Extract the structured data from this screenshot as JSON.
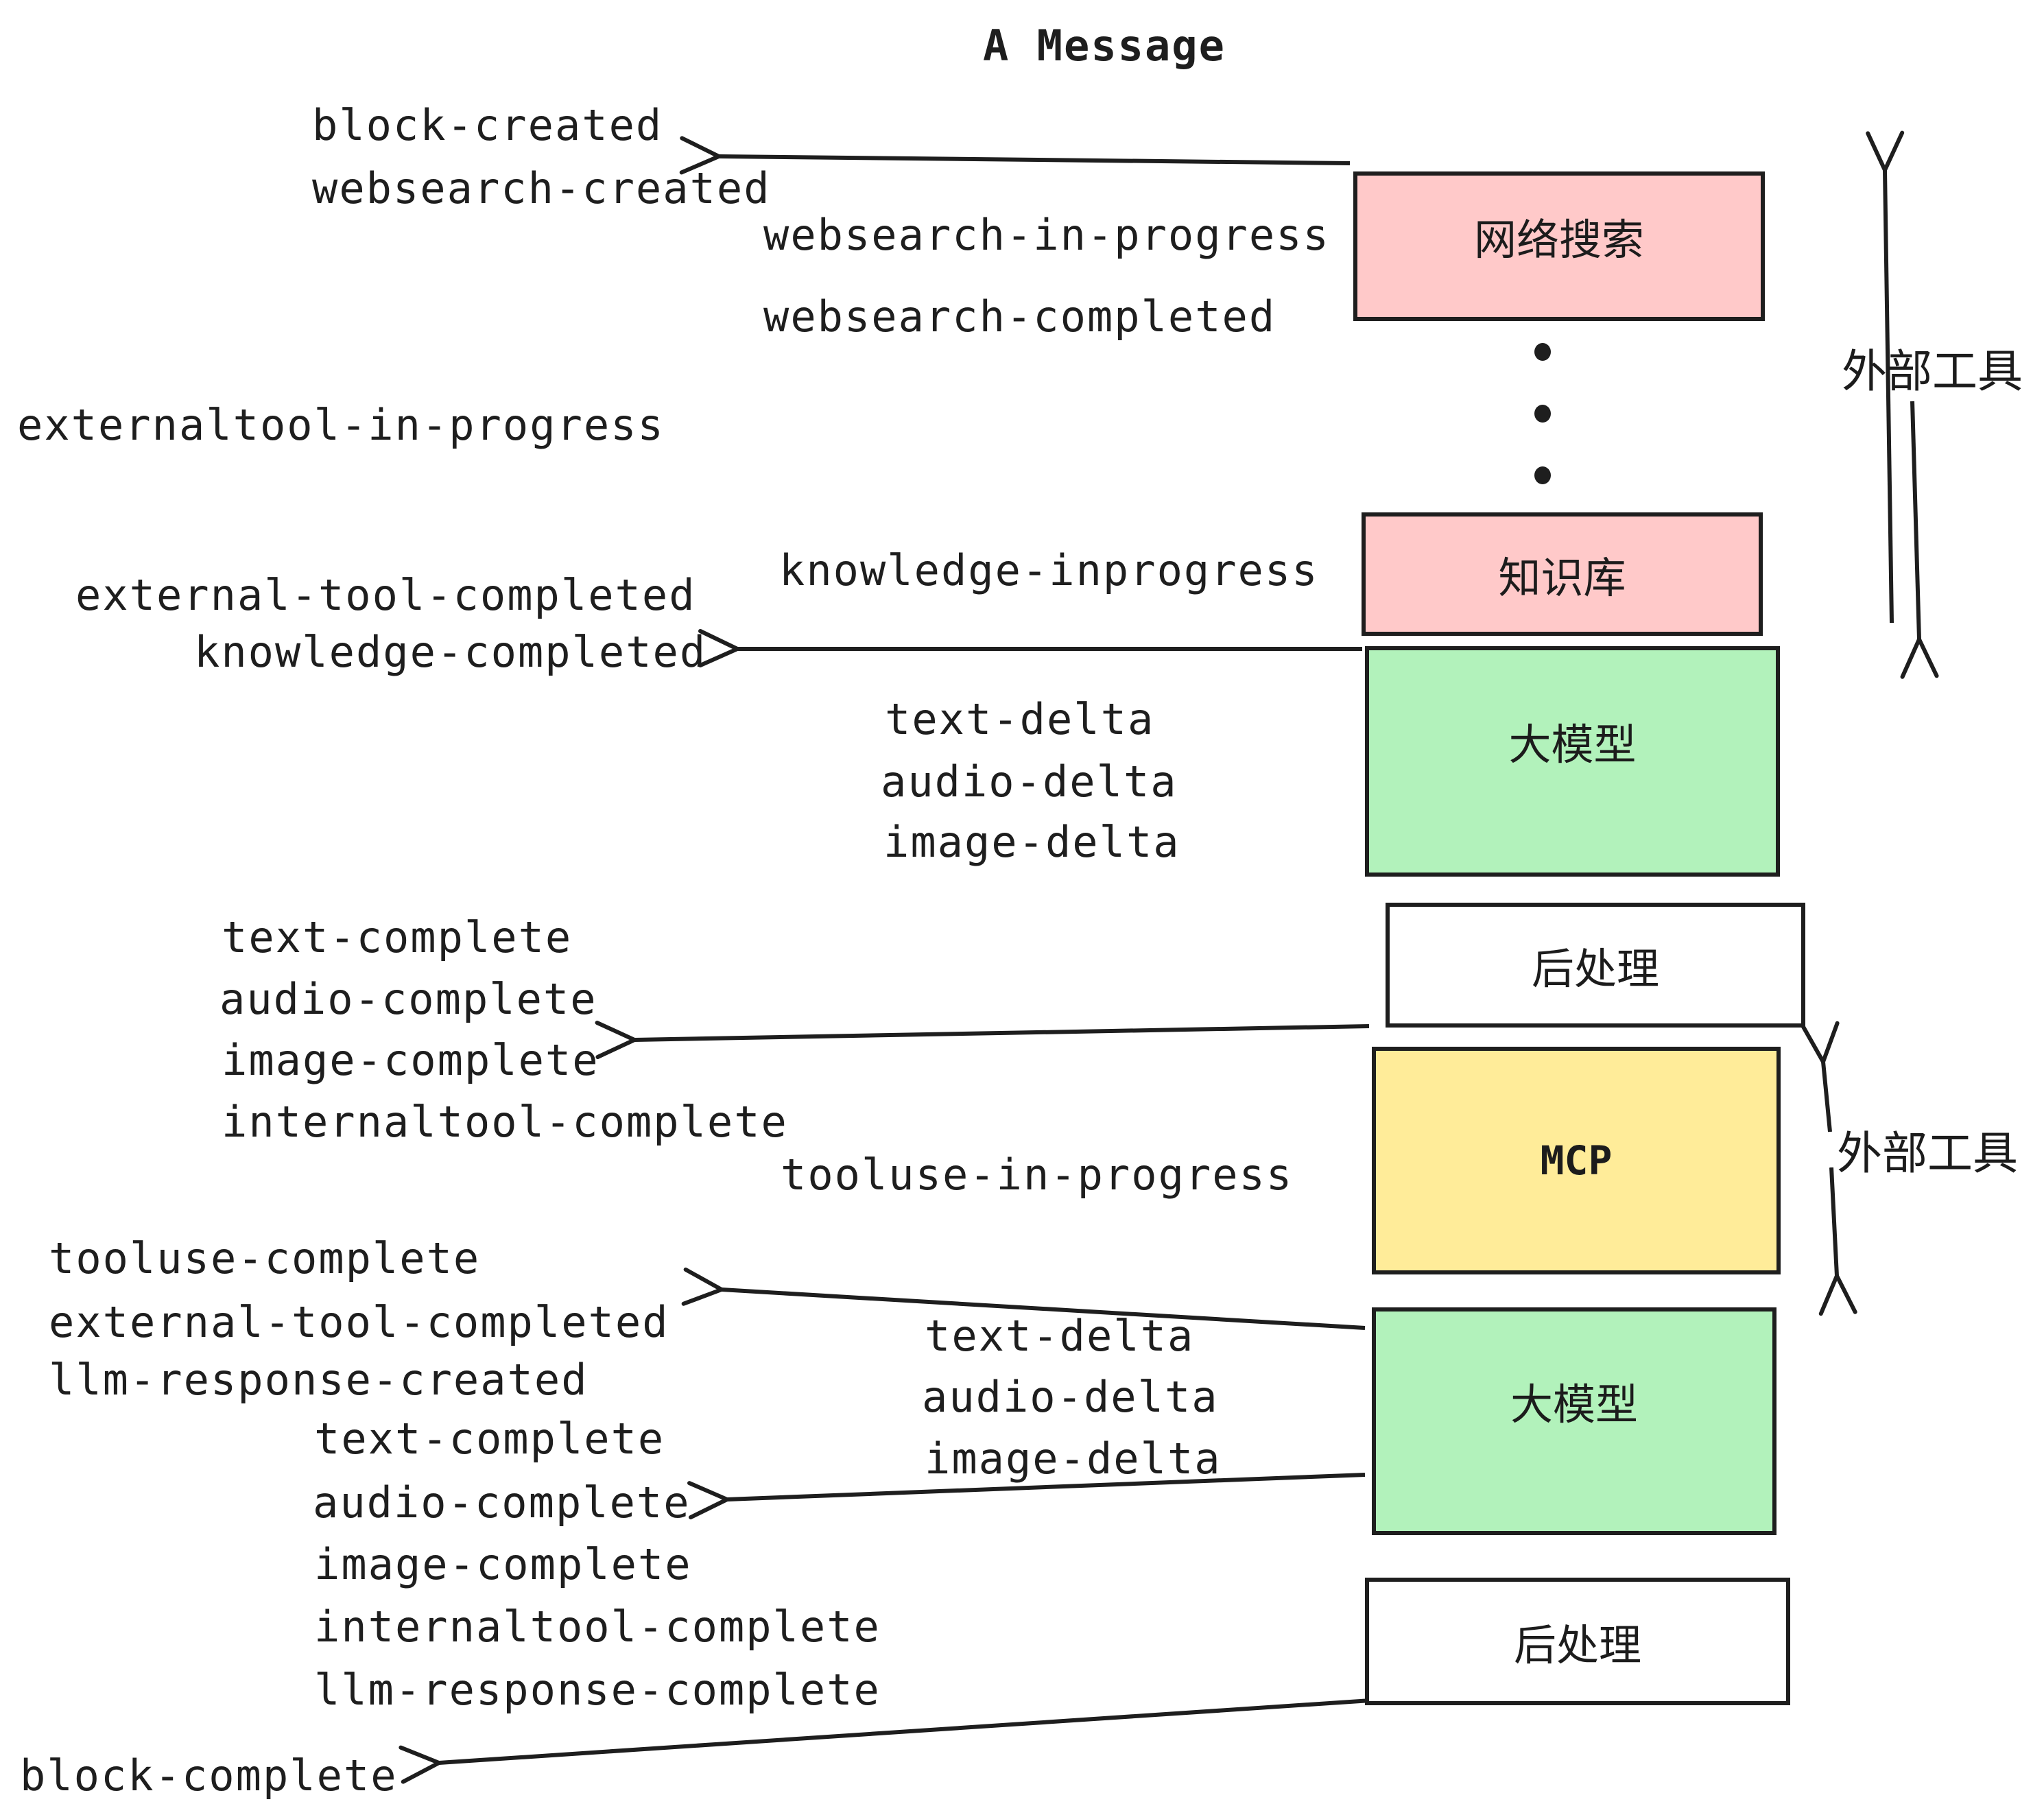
{
  "title": "A Message",
  "colors": {
    "pink": "#ffc9c9",
    "green": "#b2f2bb",
    "yellow": "#ffec99",
    "white": "#ffffff",
    "stroke": "#1e1e1e",
    "background": "#ffffff"
  },
  "boxes": {
    "websearch": {
      "label": "网络搜索"
    },
    "knowledge": {
      "label": "知识库"
    },
    "llm1": {
      "label": "大模型"
    },
    "post1": {
      "label": "后处理"
    },
    "mcp": {
      "label": "MCP"
    },
    "llm2": {
      "label": "大模型"
    },
    "post2": {
      "label": "后处理"
    }
  },
  "side_labels": {
    "external_tool_top": "外部工具",
    "external_tool_bottom": "外部工具"
  },
  "icons": {
    "vertical_ellipsis": "⋮"
  },
  "events": {
    "block_created": "block-created",
    "websearch_created": "websearch-created",
    "websearch_in_progress": "websearch-in-progress",
    "websearch_completed": "websearch-completed",
    "externaltool_in_progress": "externaltool-in-progress",
    "knowledge_inprogress": "knowledge-inprogress",
    "external_tool_completed_1": "external-tool-completed",
    "knowledge_completed": "knowledge-completed",
    "text_delta_1": "text-delta",
    "audio_delta_1": "audio-delta",
    "image_delta_1": "image-delta",
    "text_complete_1": "text-complete",
    "audio_complete_1": "audio-complete",
    "image_complete_1": "image-complete",
    "internaltool_complete_1": "internaltool-complete",
    "tooluse_in_progress": "tooluse-in-progress",
    "tooluse_complete": "tooluse-complete",
    "external_tool_completed_2": "external-tool-completed",
    "llm_response_created": "llm-response-created",
    "text_delta_2": "text-delta",
    "audio_delta_2": "audio-delta",
    "image_delta_2": "image-delta",
    "text_complete_2": "text-complete",
    "audio_complete_2": "audio-complete",
    "image_complete_2": "image-complete",
    "internaltool_complete_2": "internaltool-complete",
    "llm_response_complete": "llm-response-complete",
    "block_complete": "block-complete"
  }
}
